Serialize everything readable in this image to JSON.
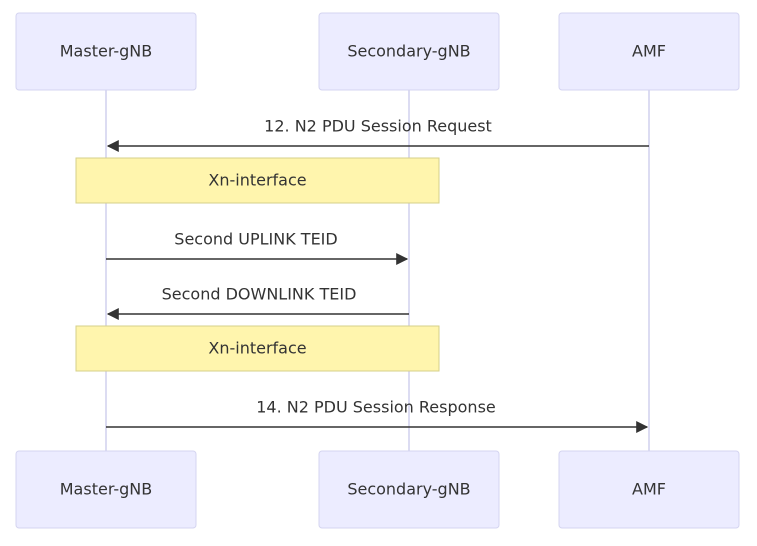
{
  "participants": [
    {
      "label": "Master-gNB"
    },
    {
      "label": "Secondary-gNB"
    },
    {
      "label": "AMF"
    }
  ],
  "messages": [
    {
      "label": "12. N2 PDU Session Request",
      "from": "AMF",
      "to": "Master-gNB"
    },
    {
      "label": "Second UPLINK TEID",
      "from": "Master-gNB",
      "to": "Secondary-gNB"
    },
    {
      "label": "Second DOWNLINK TEID",
      "from": "Secondary-gNB",
      "to": "Master-gNB"
    },
    {
      "label": "14. N2 PDU Session Response",
      "from": "Master-gNB",
      "to": "AMF"
    }
  ],
  "notes": [
    {
      "label": "Xn-interface",
      "over": [
        "Master-gNB",
        "Secondary-gNB"
      ]
    },
    {
      "label": "Xn-interface",
      "over": [
        "Master-gNB",
        "Secondary-gNB"
      ]
    }
  ],
  "colors": {
    "actor_fill": "#ECECFF",
    "actor_stroke": "#D4D4F0",
    "lifeline": "#DCDCF2",
    "note_fill": "#FFF5AD",
    "note_stroke": "#D6D08A",
    "arrow": "#333333",
    "text": "#333333"
  }
}
